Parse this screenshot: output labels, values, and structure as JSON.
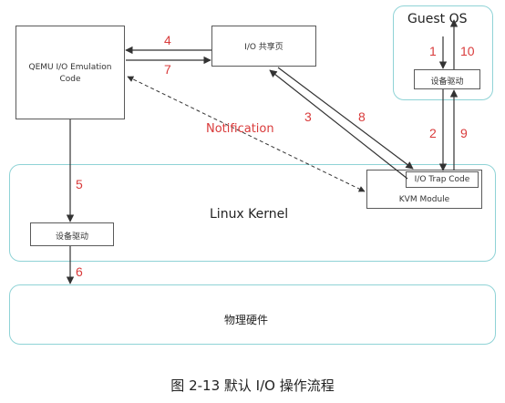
{
  "diagram": {
    "guest_os": {
      "title": "Guest OS",
      "driver": "设备驱动"
    },
    "qemu": {
      "line1": "QEMU I/O Emulation",
      "line2": "Code"
    },
    "io_shared_page": "I/O 共享页",
    "kernel": {
      "title": "Linux Kernel",
      "driver": "设备驱动",
      "kvm_module": "KVM Module",
      "io_trap_code": "I/O Trap Code"
    },
    "hardware": "物理硬件",
    "notification": "Notification",
    "steps": [
      "1",
      "2",
      "3",
      "4",
      "5",
      "6",
      "7",
      "8",
      "9",
      "10"
    ]
  },
  "caption": "图 2-13 默认 I/O 操作流程"
}
